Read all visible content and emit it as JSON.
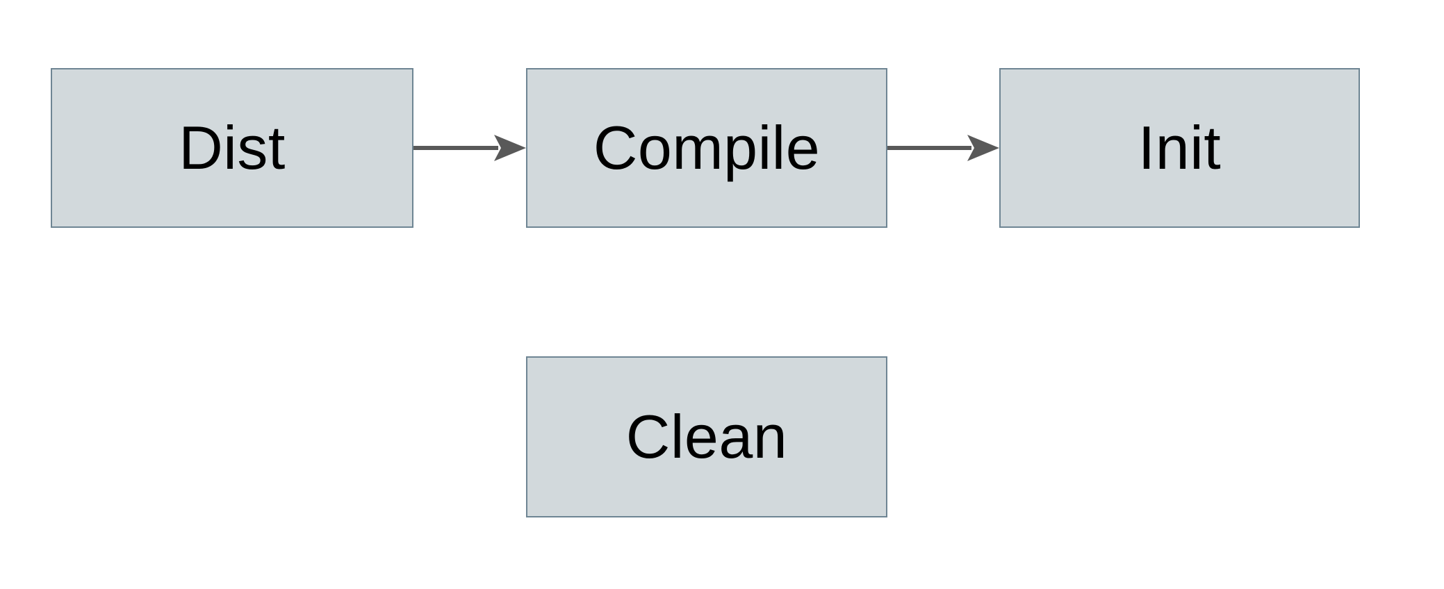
{
  "diagram": {
    "title": "build-targets-flowchart",
    "nodes": [
      {
        "id": "dist",
        "label": "Dist"
      },
      {
        "id": "compile",
        "label": "Compile"
      },
      {
        "id": "init",
        "label": "Init"
      },
      {
        "id": "clean",
        "label": "Clean"
      }
    ],
    "edges": [
      {
        "from": "Dist",
        "to": "Compile",
        "direction": "right"
      },
      {
        "from": "Compile",
        "to": "Init",
        "direction": "right"
      }
    ],
    "colors": {
      "background": "#ffffff",
      "node_fill": "#d2d9dc",
      "node_border": "#6e8593",
      "arrow": "#595959",
      "text": "#000000"
    }
  }
}
